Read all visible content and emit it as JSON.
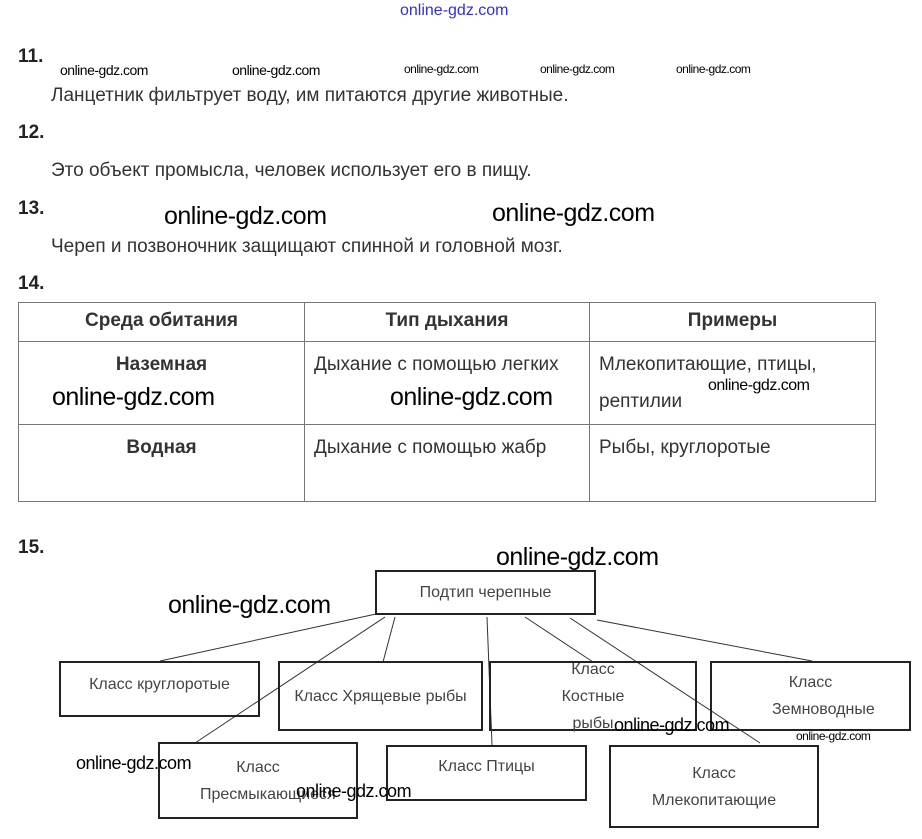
{
  "watermark": "online-gdz.com",
  "q11": {
    "number": "11.",
    "answer": "Ланцетник фильтрует воду, им питаются другие животные."
  },
  "q12": {
    "number": "12.",
    "answer": "Это объект промысла, человек использует его в пищу."
  },
  "q13": {
    "number": "13.",
    "answer": "Череп и позвоночник защищают спинной и головной мозг."
  },
  "q14": {
    "number": "14.",
    "headers": [
      "Среда обитания",
      "Тип дыхания",
      "Примеры"
    ],
    "rows": [
      {
        "habitat": "Наземная",
        "breathing": "Дыхание с помощью легких",
        "examples": "Млекопитающие, птицы, рептилии"
      },
      {
        "habitat": "Водная",
        "breathing": "Дыхание с помощью жабр",
        "examples": "Рыбы, круглоротые"
      }
    ]
  },
  "q15": {
    "number": "15.",
    "root": "Подтип черепные",
    "classes": [
      "Класс круглоротые",
      "Класс Хрящевые рыбы",
      "Класс Костные рыбы",
      "Класс Земноводные",
      "Класс Пресмыкающиеся",
      "Класс Птицы",
      "Класс Млекопитающие"
    ]
  }
}
